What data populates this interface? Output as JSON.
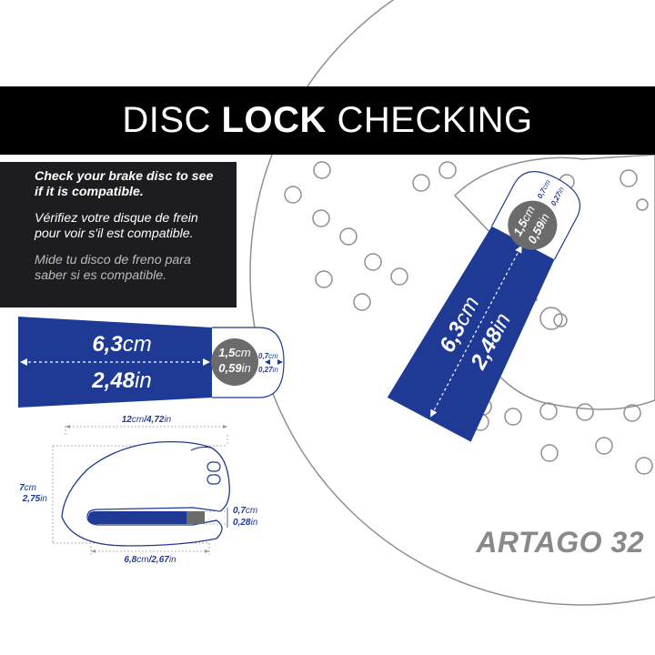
{
  "title": {
    "part1": "DISC ",
    "part2": "LOCK",
    "part3": " CHECKING"
  },
  "info": {
    "en": "Check your brake disc to see if it is compatible.",
    "fr": "Vérifiez votre disque de frein pour voir s'il est compatible.",
    "es": "Mide tu disco de freno para saber si es compatible."
  },
  "gauge": {
    "length_cm": "6,3",
    "unit_cm": "cm",
    "length_in": "2,48",
    "unit_in": "in",
    "pin_cm": "1,5",
    "pin_in": "0,59",
    "gap_cm": "0,7",
    "gap_in": "0,27"
  },
  "lock": {
    "width_cm": "12",
    "width_in": "4,72",
    "height_cm": "7",
    "height_in": "2,75",
    "slot_cm": "0,7",
    "slot_in": "0,28",
    "depth_cm": "6,8",
    "depth_in": "2,67"
  },
  "brand": "ARTAGO 32",
  "colors": {
    "blue": "#1f3a94",
    "grey": "#6b6b6b",
    "black": "#000000"
  }
}
